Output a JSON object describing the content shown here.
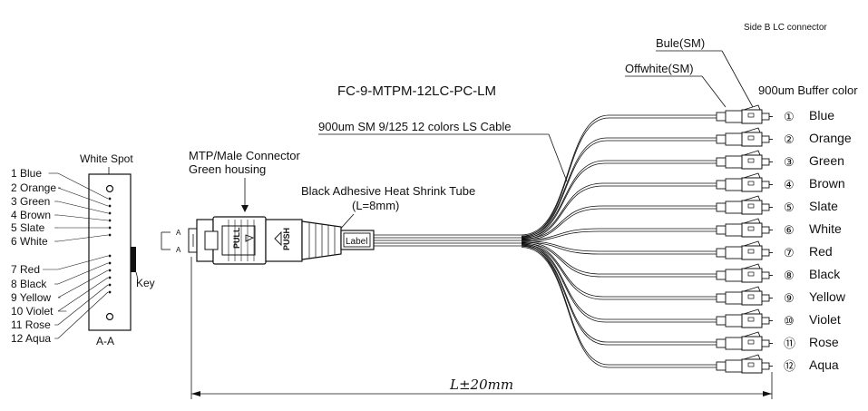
{
  "side_b_label": "Side B LC  connector",
  "top_labels": {
    "bule": "Bule(SM)",
    "offwhite": "Offwhite(SM)"
  },
  "part_number": "FC-9-MTPM-12LC-PC-LM",
  "buffer_color_header": "900um Buffer color",
  "cable_label": "900um SM 9/125 12 colors LS Cable",
  "mtp_label": [
    "MTP/Male Connector",
    "Green housing"
  ],
  "heat_shrink_label": [
    "Black Adhesive Heat Shrink Tube",
    "(L=8mm)"
  ],
  "label_box_text": "Label",
  "connector_text": {
    "pull": "PULL",
    "push": "PUSH"
  },
  "white_spot_label": "White Spot",
  "key_label": "Key",
  "section_label": "A-A",
  "section_arrow_label": "A",
  "length_label": "L±20mm",
  "fiber_colors": [
    {
      "num": "①",
      "name": "Blue"
    },
    {
      "num": "②",
      "name": "Orange"
    },
    {
      "num": "③",
      "name": "Green"
    },
    {
      "num": "④",
      "name": "Brown"
    },
    {
      "num": "⑤",
      "name": "Slate"
    },
    {
      "num": "⑥",
      "name": "White"
    },
    {
      "num": "⑦",
      "name": "Red"
    },
    {
      "num": "⑧",
      "name": "Black"
    },
    {
      "num": "⑨",
      "name": "Yellow"
    },
    {
      "num": "⑩",
      "name": "Violet"
    },
    {
      "num": "⑪",
      "name": "Rose"
    },
    {
      "num": "⑫",
      "name": "Aqua"
    }
  ],
  "aa_fibers": [
    "1 Blue",
    "2 Orange",
    "3 Green",
    "4 Brown",
    "5 Slate",
    "6 White",
    "7 Red",
    "8 Black",
    "9 Yellow",
    "10 Violet",
    "11 Rose",
    "12 Aqua"
  ]
}
